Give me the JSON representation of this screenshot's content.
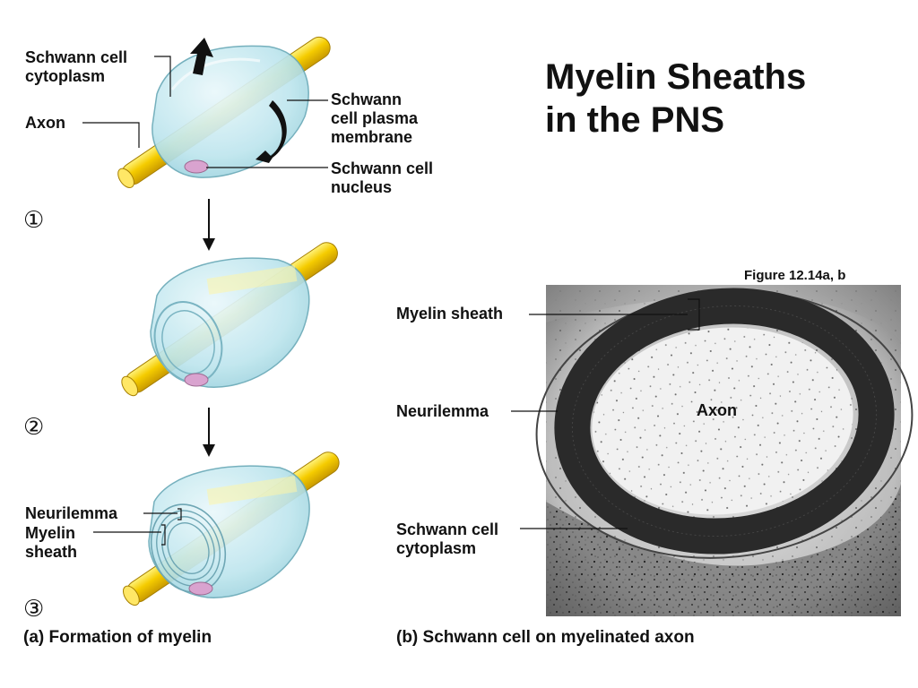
{
  "title": "Myelin Sheaths\nin the PNS",
  "figure_ref": "Figure 12.14a, b",
  "panel_a": {
    "caption": "(a) Formation of myelin",
    "labels": {
      "cytoplasm": "Schwann cell\ncytoplasm",
      "axon": "Axon",
      "plasma_membrane": "Schwann\ncell plasma\nmembrane",
      "nucleus": "Schwann cell\nnucleus",
      "neurilemma": "Neurilemma",
      "myelin_sheath": "Myelin\nsheath"
    },
    "steps": [
      "①",
      "②",
      "③"
    ]
  },
  "panel_b": {
    "caption": "(b) Schwann cell on myelinated axon",
    "labels": {
      "myelin_sheath": "Myelin sheath",
      "neurilemma": "Neurilemma",
      "axon": "Axon",
      "cytoplasm": "Schwann cell\ncytoplasm"
    }
  },
  "colors": {
    "axon": "#f2c500",
    "schwann_cell": "#bfe6ee",
    "nucleus": "#d9a3cf",
    "myelin": "#2a2a2a",
    "micrograph_bg": "#d8d8d8"
  }
}
